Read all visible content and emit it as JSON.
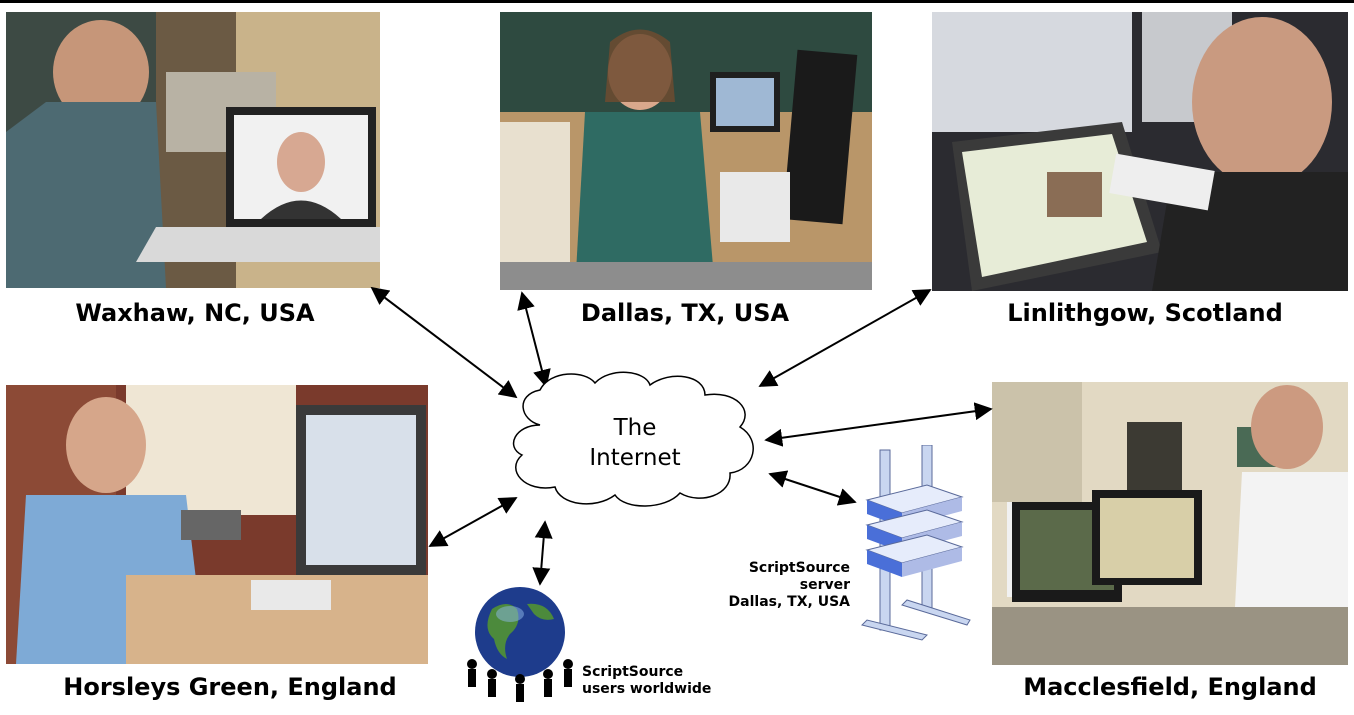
{
  "locations": {
    "waxhaw": "Waxhaw, NC, USA",
    "dallas": "Dallas, TX, USA",
    "linlithgow": "Linlithgow, Scotland",
    "horsleys": "Horsleys Green, England",
    "macclesfield": "Macclesfield, England"
  },
  "cloud": {
    "line1": "The",
    "line2": "Internet"
  },
  "server": {
    "line1": "ScriptSource",
    "line2": "server",
    "line3": "Dallas, TX, USA"
  },
  "users": {
    "line1": "ScriptSource",
    "line2": "users worldwide"
  }
}
